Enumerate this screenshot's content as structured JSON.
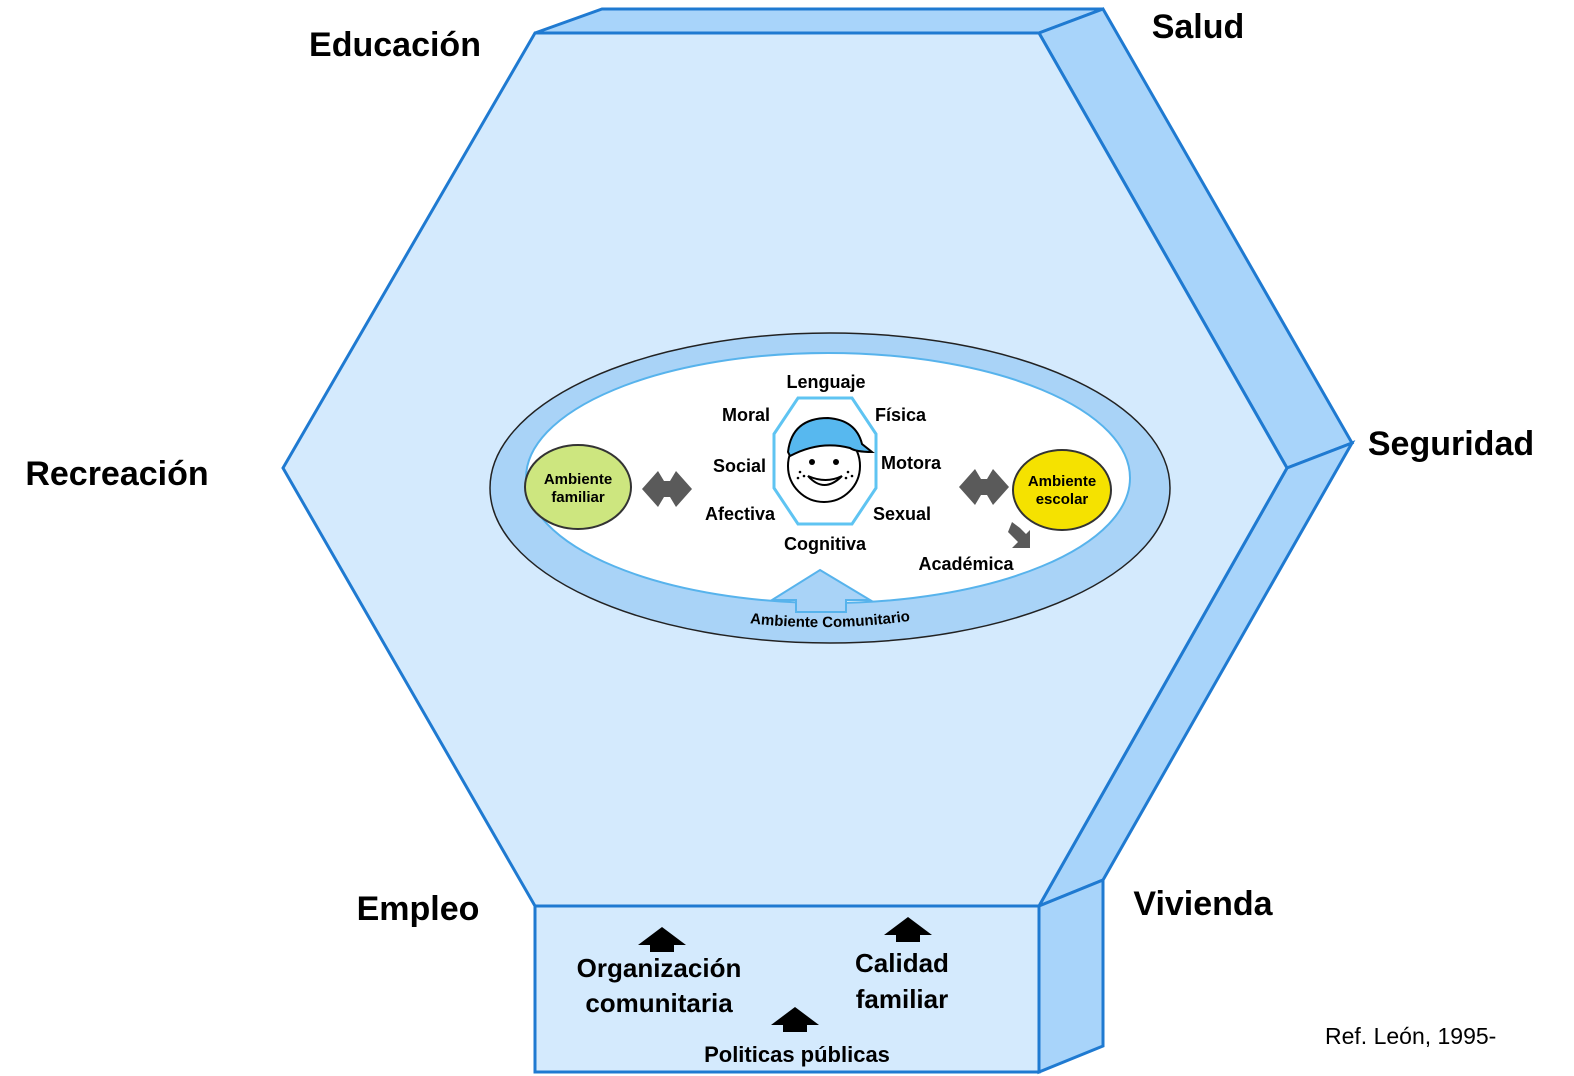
{
  "outer_labels": {
    "educacion": "Educación",
    "salud": "Salud",
    "recreacion": "Recreación",
    "seguridad": "Seguridad",
    "empleo": "Empleo",
    "vivienda": "Vivienda"
  },
  "base_labels": {
    "organizacion_1": "Organización",
    "organizacion_2": "comunitaria",
    "calidad_1": "Calidad",
    "calidad_2": "familiar",
    "politicas": "Politicas públicas"
  },
  "ellipse": {
    "ambiente_familiar_1": "Ambiente",
    "ambiente_familiar_2": "familiar",
    "ambiente_escolar_1": "Ambiente",
    "ambiente_escolar_2": "escolar",
    "ambiente_comunitario": "Ambiente Comunitario",
    "academica": "Académica"
  },
  "dimensions": {
    "lenguaje": "Lenguaje",
    "fisica": "Física",
    "motora": "Motora",
    "sexual": "Sexual",
    "cognitiva": "Cognitiva",
    "afectiva": "Afectiva",
    "social": "Social",
    "moral": "Moral"
  },
  "reference": "Ref. León, 1995-",
  "colors": {
    "hex_fill": "#d4eafd",
    "hex_side": "#a8d4fa",
    "hex_stroke": "#1f7ad1",
    "ring": "#a9d3f7",
    "familiar": "#cde67f",
    "escolar": "#f5e200",
    "arrow_gray": "#5a5a5a"
  }
}
